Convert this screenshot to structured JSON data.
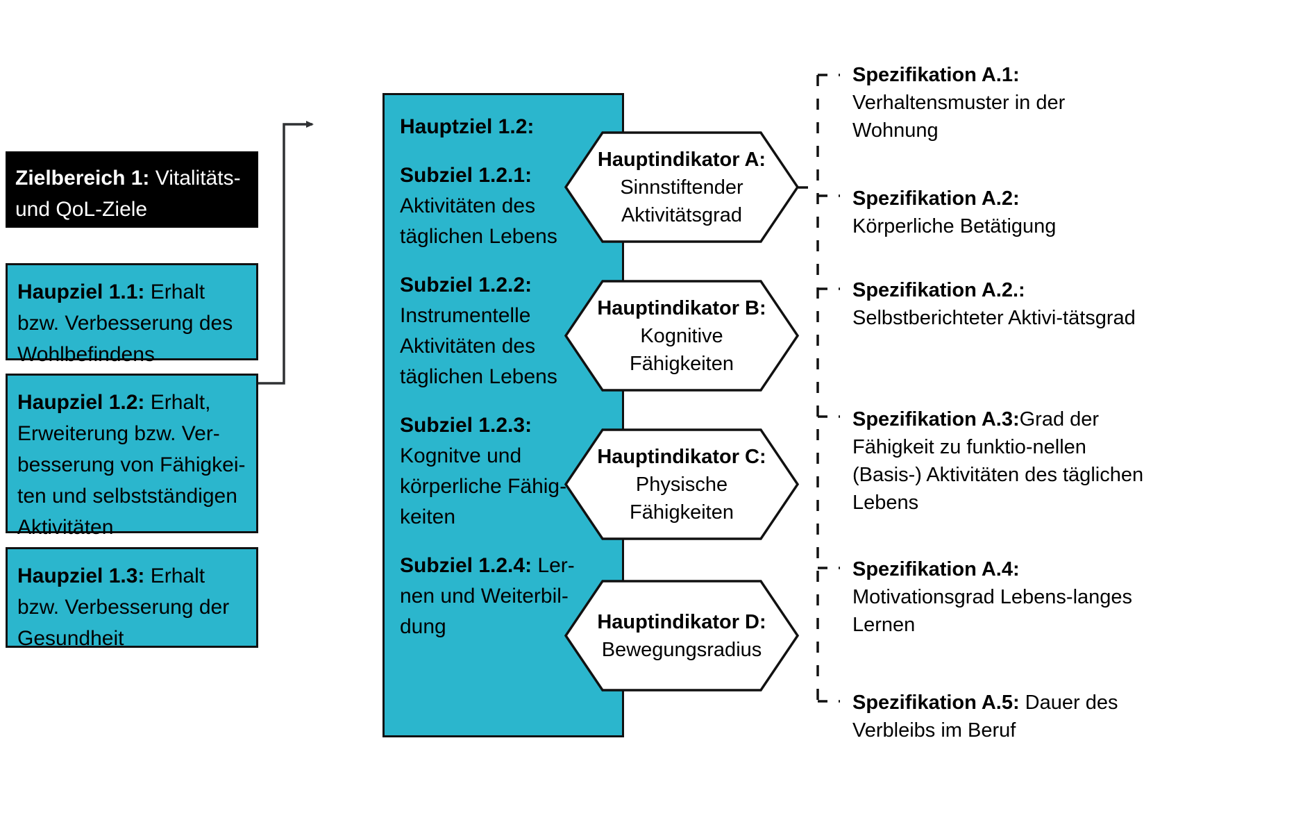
{
  "diagram": {
    "title_area": {
      "bold": "Zielbereich 1:",
      "rest": " Vitalitäts- und QoL-Ziele",
      "bg_color": "#000000",
      "text_color": "#ffffff"
    },
    "accent_color": "#2bb6cd",
    "stroke_color": "#111111",
    "main_goals": [
      {
        "bold": "Haupziel 1.1:",
        "rest": " Erhalt bzw. Verbesserung des Wohlbefindens"
      },
      {
        "bold": "Haupziel 1.2:",
        "rest": " Erhalt, Erweiterung bzw. Ver-besserung von Fähigkei-ten und selbstständigen Aktivitäten"
      },
      {
        "bold": "Haupziel 1.3:",
        "rest": " Erhalt bzw. Verbesserung der Gesundheit"
      }
    ],
    "center": {
      "heading": {
        "bold": "Hauptziel 1.2:",
        "rest": ""
      },
      "subgoals": [
        {
          "bold": "Subziel 1.2.1:",
          "rest": "Aktivitäten des täglichen Lebens"
        },
        {
          "bold": "Subziel 1.2.2:",
          "rest": "Instrumentelle Aktivitäten des täglichen Lebens"
        },
        {
          "bold": "Subziel 1.2.3:",
          "rest": "Kognitve und körperliche Fähig-keiten"
        },
        {
          "bold": "Subziel 1.2.4:",
          "rest": " Ler-nen und Weiterbil-dung"
        }
      ]
    },
    "indicators": [
      {
        "bold": "Hauptindikator A:",
        "line1": "Sinnstiftender",
        "line2": "Aktivitätsgrad"
      },
      {
        "bold": "Hauptindikator B:",
        "line1": "Kognitive",
        "line2": "Fähigkeiten"
      },
      {
        "bold": "Hauptindikator C:",
        "line1": "Physische",
        "line2": "Fähigkeiten"
      },
      {
        "bold": "Hauptindikator D:",
        "line1": "Bewegungsradius",
        "line2": ""
      }
    ],
    "specifications": [
      {
        "bold": "Spezifikation A.1:",
        "rest": "Verhaltensmuster in der Wohnung",
        "sep": "break"
      },
      {
        "bold": "Spezifikation A.2:",
        "rest": "Körperliche Betätigung",
        "sep": "break"
      },
      {
        "bold": "Spezifikation A.2.:",
        "rest": "Selbstberichteter Aktivi-tätsgrad",
        "sep": "break"
      },
      {
        "bold": "Spezifikation A.3:",
        "rest": "Grad der Fähigkeit zu funktio-nellen (Basis-) Aktivitäten des täglichen Lebens",
        "sep": "inline"
      },
      {
        "bold": "Spezifikation A.4:",
        "rest": "Motivationsgrad Lebens-langes Lernen",
        "sep": "break"
      },
      {
        "bold": "Spezifikation A.5:",
        "rest": " Dauer des Verbleibs im Beruf",
        "sep": "inline"
      }
    ]
  }
}
